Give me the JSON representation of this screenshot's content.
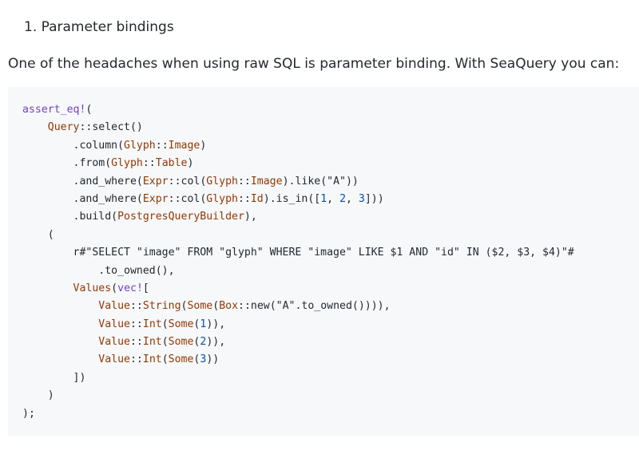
{
  "article": {
    "heading": "1. Parameter bindings",
    "intro": "One of the headaches when using raw SQL is parameter binding. With SeaQuery you can:"
  },
  "code": {
    "language": "rust",
    "lines": [
      [
        {
          "t": "assert_eq!",
          "k": "macro"
        },
        {
          "t": "(",
          "k": "plain"
        }
      ],
      [
        {
          "t": "    ",
          "k": "plain"
        },
        {
          "t": "Query",
          "k": "type"
        },
        {
          "t": "::select()",
          "k": "plain"
        }
      ],
      [
        {
          "t": "        .column(",
          "k": "plain"
        },
        {
          "t": "Glyph",
          "k": "type"
        },
        {
          "t": "::",
          "k": "plain"
        },
        {
          "t": "Image",
          "k": "type"
        },
        {
          "t": ")",
          "k": "plain"
        }
      ],
      [
        {
          "t": "        .from(",
          "k": "plain"
        },
        {
          "t": "Glyph",
          "k": "type"
        },
        {
          "t": "::",
          "k": "plain"
        },
        {
          "t": "Table",
          "k": "type"
        },
        {
          "t": ")",
          "k": "plain"
        }
      ],
      [
        {
          "t": "        .and_where(",
          "k": "plain"
        },
        {
          "t": "Expr",
          "k": "type"
        },
        {
          "t": "::col(",
          "k": "plain"
        },
        {
          "t": "Glyph",
          "k": "type"
        },
        {
          "t": "::",
          "k": "plain"
        },
        {
          "t": "Image",
          "k": "type"
        },
        {
          "t": ").like(\"A\"))",
          "k": "plain"
        }
      ],
      [
        {
          "t": "        .and_where(",
          "k": "plain"
        },
        {
          "t": "Expr",
          "k": "type"
        },
        {
          "t": "::col(",
          "k": "plain"
        },
        {
          "t": "Glyph",
          "k": "type"
        },
        {
          "t": "::",
          "k": "plain"
        },
        {
          "t": "Id",
          "k": "type"
        },
        {
          "t": ").is_in([",
          "k": "plain"
        },
        {
          "t": "1",
          "k": "num"
        },
        {
          "t": ", ",
          "k": "plain"
        },
        {
          "t": "2",
          "k": "num"
        },
        {
          "t": ", ",
          "k": "plain"
        },
        {
          "t": "3",
          "k": "num"
        },
        {
          "t": "]))",
          "k": "plain"
        }
      ],
      [
        {
          "t": "        .build(",
          "k": "plain"
        },
        {
          "t": "PostgresQueryBuilder",
          "k": "type"
        },
        {
          "t": "),",
          "k": "plain"
        }
      ],
      [
        {
          "t": "    (",
          "k": "plain"
        }
      ],
      [
        {
          "t": "        r#\"SELECT \"image\" FROM \"glyph\" WHERE \"image\" LIKE $1 AND \"id\" IN ($2, $3, $4)\"#",
          "k": "str"
        }
      ],
      [
        {
          "t": "            .to_owned(),",
          "k": "plain"
        }
      ],
      [
        {
          "t": "        ",
          "k": "plain"
        },
        {
          "t": "Values",
          "k": "type"
        },
        {
          "t": "(",
          "k": "plain"
        },
        {
          "t": "vec!",
          "k": "macro"
        },
        {
          "t": "[",
          "k": "plain"
        }
      ],
      [
        {
          "t": "            ",
          "k": "plain"
        },
        {
          "t": "Value",
          "k": "type"
        },
        {
          "t": "::",
          "k": "plain"
        },
        {
          "t": "String",
          "k": "type"
        },
        {
          "t": "(",
          "k": "plain"
        },
        {
          "t": "Some",
          "k": "type"
        },
        {
          "t": "(",
          "k": "plain"
        },
        {
          "t": "Box",
          "k": "type"
        },
        {
          "t": "::new(\"A\".to_owned()))),",
          "k": "plain"
        }
      ],
      [
        {
          "t": "            ",
          "k": "plain"
        },
        {
          "t": "Value",
          "k": "type"
        },
        {
          "t": "::",
          "k": "plain"
        },
        {
          "t": "Int",
          "k": "type"
        },
        {
          "t": "(",
          "k": "plain"
        },
        {
          "t": "Some",
          "k": "type"
        },
        {
          "t": "(",
          "k": "plain"
        },
        {
          "t": "1",
          "k": "num"
        },
        {
          "t": ")),",
          "k": "plain"
        }
      ],
      [
        {
          "t": "            ",
          "k": "plain"
        },
        {
          "t": "Value",
          "k": "type"
        },
        {
          "t": "::",
          "k": "plain"
        },
        {
          "t": "Int",
          "k": "type"
        },
        {
          "t": "(",
          "k": "plain"
        },
        {
          "t": "Some",
          "k": "type"
        },
        {
          "t": "(",
          "k": "plain"
        },
        {
          "t": "2",
          "k": "num"
        },
        {
          "t": ")),",
          "k": "plain"
        }
      ],
      [
        {
          "t": "            ",
          "k": "plain"
        },
        {
          "t": "Value",
          "k": "type"
        },
        {
          "t": "::",
          "k": "plain"
        },
        {
          "t": "Int",
          "k": "type"
        },
        {
          "t": "(",
          "k": "plain"
        },
        {
          "t": "Some",
          "k": "type"
        },
        {
          "t": "(",
          "k": "plain"
        },
        {
          "t": "3",
          "k": "num"
        },
        {
          "t": "))",
          "k": "plain"
        }
      ],
      [
        {
          "t": "        ])",
          "k": "plain"
        }
      ],
      [
        {
          "t": "    )",
          "k": "plain"
        }
      ],
      [
        {
          "t": ");",
          "k": "plain"
        }
      ]
    ]
  },
  "colors": {
    "text": "#24292f",
    "code_background": "#f6f8fa",
    "macro": "#6f42c1",
    "type": "#953800",
    "number": "#0550ae"
  }
}
